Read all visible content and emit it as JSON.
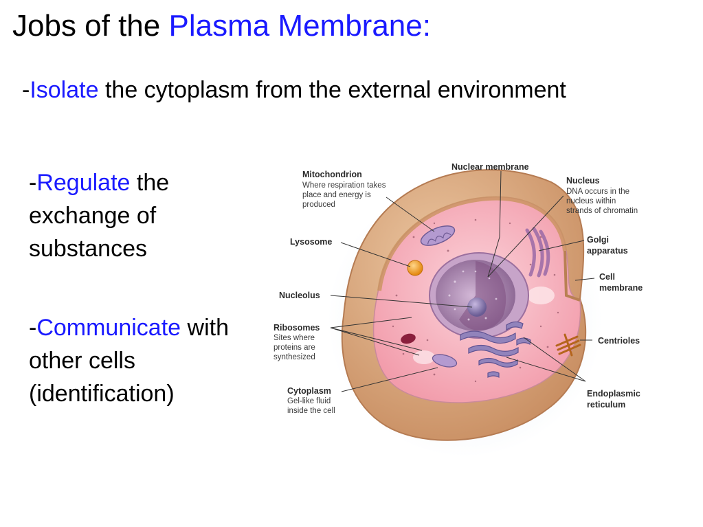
{
  "title": {
    "prefix": "Jobs of the ",
    "highlight": "Plasma Membrane:"
  },
  "bullets": [
    {
      "dash": "-",
      "keyword": "Isolate",
      "text": " the cytoplasm from the external environment"
    },
    {
      "dash": "-",
      "keyword": "Regulate",
      "text": " the exchange of substances"
    },
    {
      "dash": "-",
      "keyword": "Communicate",
      "text": " with other cells (identification)"
    }
  ],
  "diagram": {
    "labels": {
      "mitochondrion": {
        "name": "Mitochondrion",
        "desc": [
          "Where respiration takes",
          "place and energy is",
          "produced"
        ]
      },
      "nuclear_membrane": {
        "name": "Nuclear membrane"
      },
      "nucleus": {
        "name": "Nucleus",
        "desc": [
          "DNA occurs in the",
          "nucleus within",
          "strands of chromatin"
        ]
      },
      "lysosome": {
        "name": "Lysosome"
      },
      "golgi": {
        "name": [
          "Golgi",
          "apparatus"
        ]
      },
      "cell_membrane": {
        "name": [
          "Cell",
          "membrane"
        ]
      },
      "nucleolus": {
        "name": "Nucleolus"
      },
      "ribosomes": {
        "name": "Ribosomes",
        "desc": [
          "Sites where",
          "proteins are",
          "synthesized"
        ]
      },
      "centrioles": {
        "name": "Centrioles"
      },
      "cytoplasm": {
        "name": "Cytoplasm",
        "desc": [
          "Gel-like fluid",
          "inside the cell"
        ]
      },
      "er": {
        "name": [
          "Endoplasmic",
          "reticulum"
        ]
      }
    }
  },
  "colors": {
    "accent": "#1a1aff",
    "cell_outer": "#d7a77e",
    "cytoplasm": "#f4a7b4",
    "nucleus": "#a979a8",
    "organelle": "#8d7bb0",
    "lysosome": "#f2a12a",
    "background_glow": "#dfe9f5"
  }
}
